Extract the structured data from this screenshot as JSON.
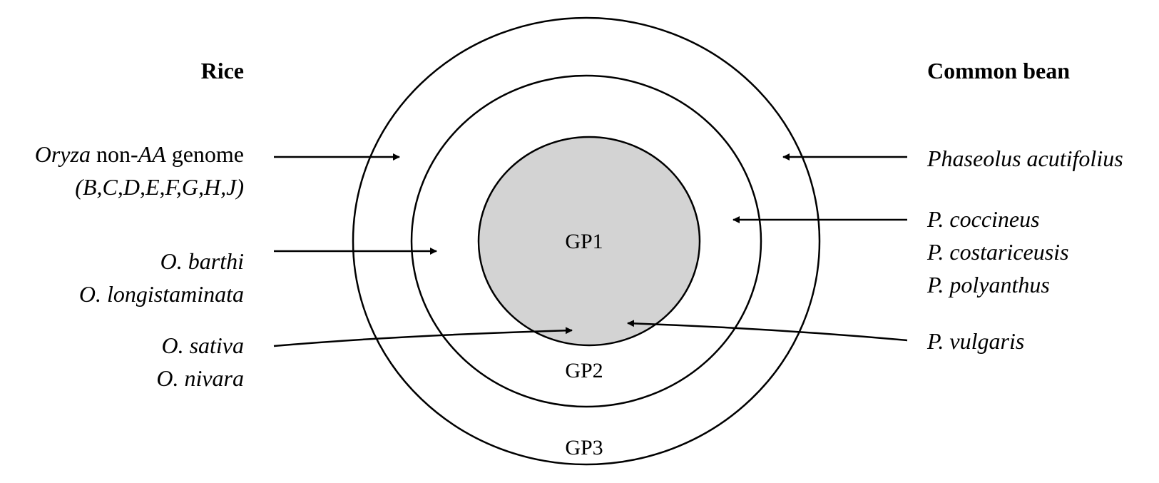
{
  "headings": {
    "left": "Rice",
    "right": "Common bean"
  },
  "pools": {
    "gp1": "GP1",
    "gp2": "GP2",
    "gp3": "GP3"
  },
  "rice": {
    "non_aa_genus": "Oryza",
    "non_aa_mid": " non-",
    "non_aa_aa": "AA",
    "non_aa_end": " genome",
    "genomes": "(B,C,D,E,F,G,H,J)",
    "gp2_line1": "O. barthi",
    "gp2_line2": "O. longistaminata",
    "gp1_line1": "O. sativa",
    "gp1_line2": "O. nivara"
  },
  "bean": {
    "gp3": "Phaseolus acutifolius",
    "gp2_line1": "P. coccineus",
    "gp2_line2": "P. costariceusis",
    "gp2_line3": "P. polyanthus",
    "gp1": "P. vulgaris"
  },
  "colors": {
    "gp1_fill": "#d3d3d3",
    "stroke": "#000000"
  }
}
